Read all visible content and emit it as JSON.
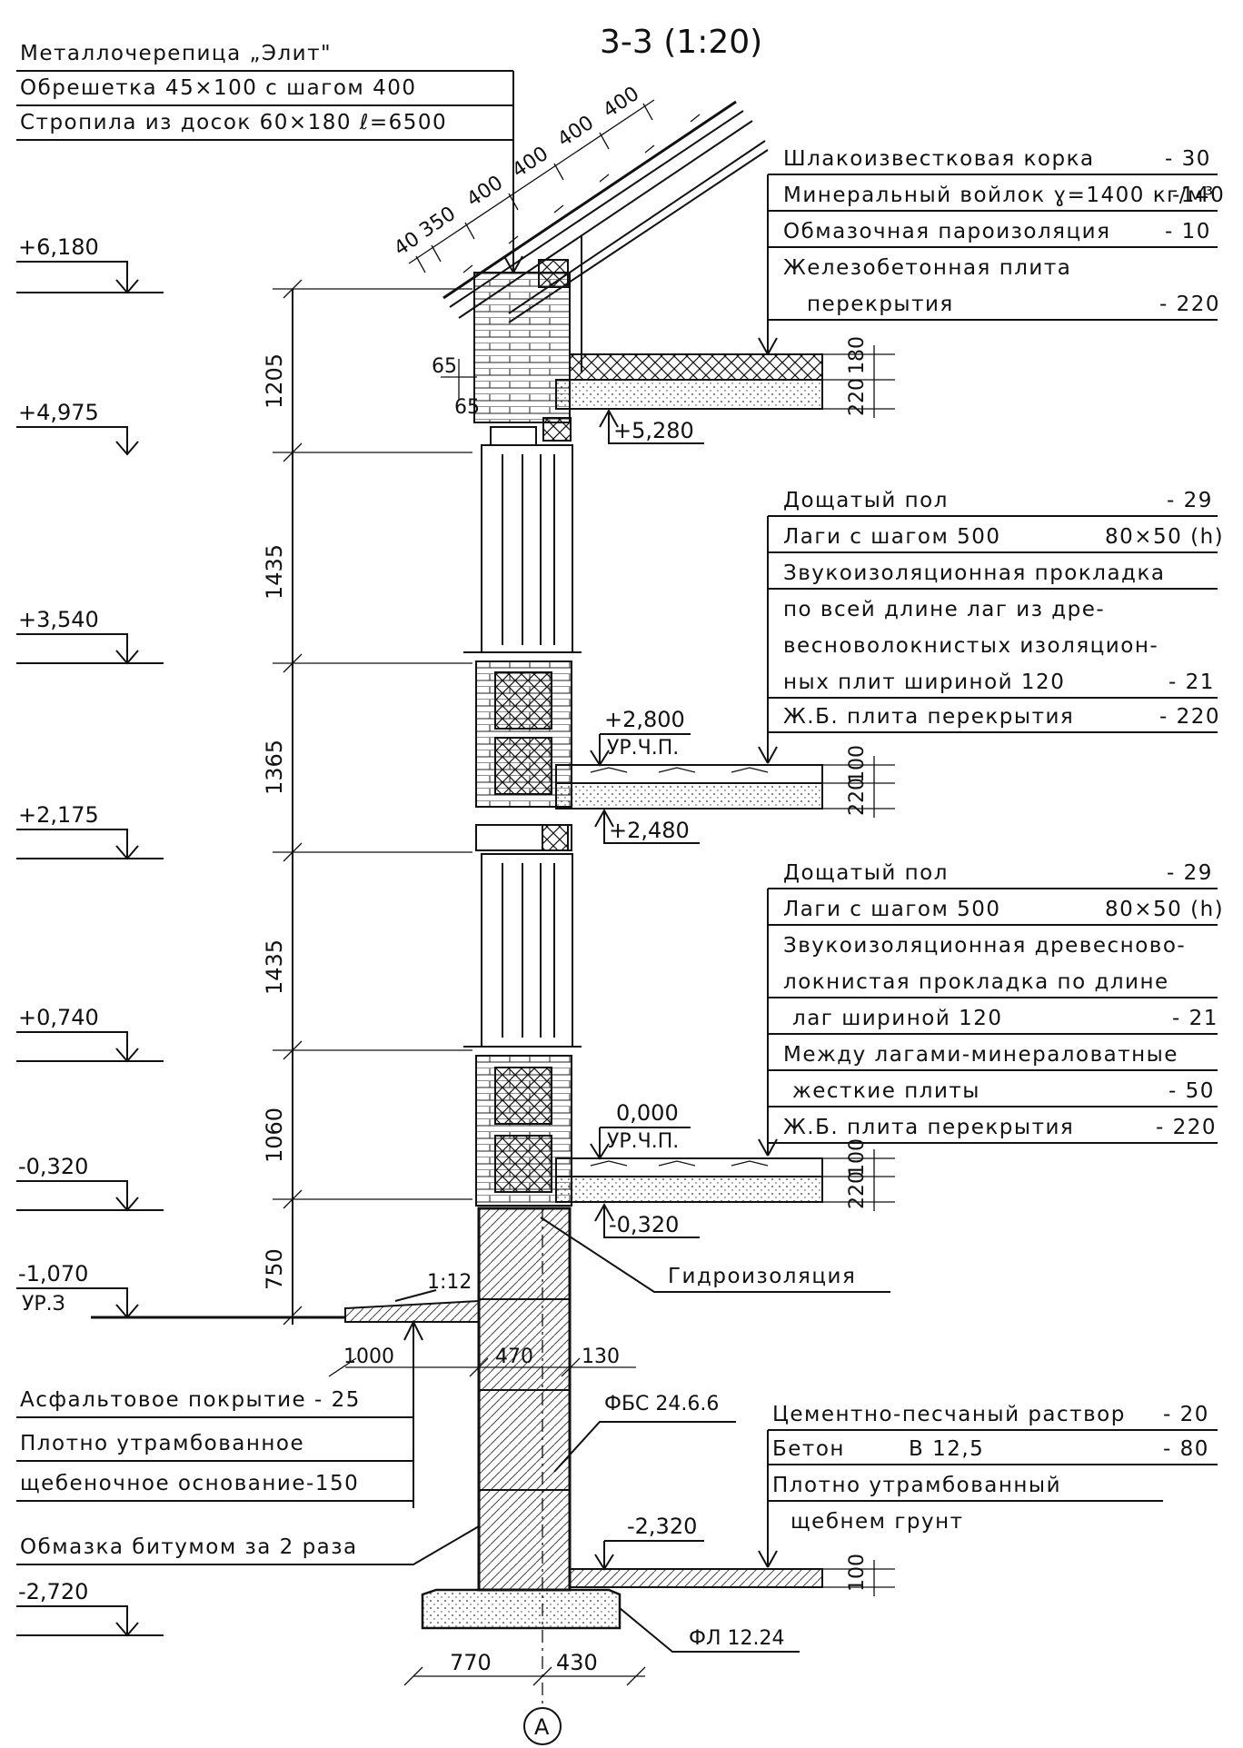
{
  "title": "3-3 (1:20)",
  "roof_layers": [
    "Металлочерепица „Элит\"",
    "Обрешетка 45×100 с шагом 400",
    "Стропила из досок 60×180 ℓ=6500"
  ],
  "roof_dims": [
    "40",
    "350",
    "400",
    "400",
    "400",
    "400"
  ],
  "attic_layers": [
    {
      "text": "Шлакоизвестковая корка",
      "value": "- 30"
    },
    {
      "text": "Минеральный войлок ɣ=1400 кг/м³",
      "value": "-140"
    },
    {
      "text": "Обмазочная пароизоляция",
      "value": "- 10"
    },
    {
      "text": "Железобетонная плита",
      "value": ""
    },
    {
      "text": "перекрытия",
      "value": "- 220"
    }
  ],
  "floor2_layers": [
    {
      "text": "Дощатый пол",
      "value": "- 29"
    },
    {
      "text": "Лаги с шагом 500",
      "value": "80×50 (h)"
    },
    {
      "text": "Звукоизоляционная прокладка",
      "value": ""
    },
    {
      "text": "по всей длине лаг из дре-",
      "value": ""
    },
    {
      "text": "весноволокнистых изоляцион-",
      "value": ""
    },
    {
      "text": "ных плит шириной 120",
      "value": "- 21"
    },
    {
      "text": "Ж.Б. плита перекрытия",
      "value": "- 220"
    }
  ],
  "floor1_layers": [
    {
      "text": "Дощатый пол",
      "value": "- 29"
    },
    {
      "text": "Лаги с шагом 500",
      "value": "80×50 (h)"
    },
    {
      "text": "Звукоизоляционная древесново-",
      "value": ""
    },
    {
      "text": "локнистая прокладка по длине",
      "value": ""
    },
    {
      "text": "лаг шириной 120",
      "value": "- 21"
    },
    {
      "text": "Между лагами-минераловатные",
      "value": ""
    },
    {
      "text": "жесткие плиты",
      "value": "- 50"
    },
    {
      "text": "Ж.Б. плита перекрытия",
      "value": "- 220"
    }
  ],
  "left_levels": [
    "+6,180",
    "+4,975",
    "+3,540",
    "+2,175",
    "+0,740",
    "-0,320",
    "-1,070",
    "-2,720"
  ],
  "ground_label": "УР.З",
  "vertical_dims": [
    "1205",
    "1435",
    "1365",
    "1435",
    "1060",
    "750"
  ],
  "inner_levels": [
    "+5,280",
    "+2,800",
    "+2,480",
    "0,000",
    "-0,320",
    "-2,320"
  ],
  "floor_mark": "УР.Ч.П.",
  "slab_dims": {
    "attic": [
      "180",
      "220"
    ],
    "floor2": [
      "100",
      "220"
    ],
    "floor1": [
      "100",
      "220"
    ],
    "basement": [
      "100"
    ]
  },
  "eave_dims": [
    "65",
    "65"
  ],
  "waterproofing": "Гидроизоляция",
  "slope": "1:12",
  "pavement_layers": [
    "Асфальтовое покрытие - 25",
    "Плотно утрамбованное",
    "щебеночное основание-150"
  ],
  "bitumen": "Обмазка битумом за 2 раза",
  "basement_dims": [
    "1000",
    "470",
    "130"
  ],
  "fbs": "ФБС 24.6.6",
  "basement_floor_layers": [
    {
      "text": "Цементно-песчаный раствор",
      "value": "- 20"
    },
    {
      "text": "Бетон",
      "value": "В 12,5",
      "extra": "- 80"
    },
    {
      "text": "Плотно утрамбованный",
      "value": ""
    },
    {
      "text": "щебнем грунт",
      "value": ""
    }
  ],
  "fl": "ФЛ 12.24",
  "footing_dims": [
    "770",
    "430"
  ],
  "axis": "А"
}
